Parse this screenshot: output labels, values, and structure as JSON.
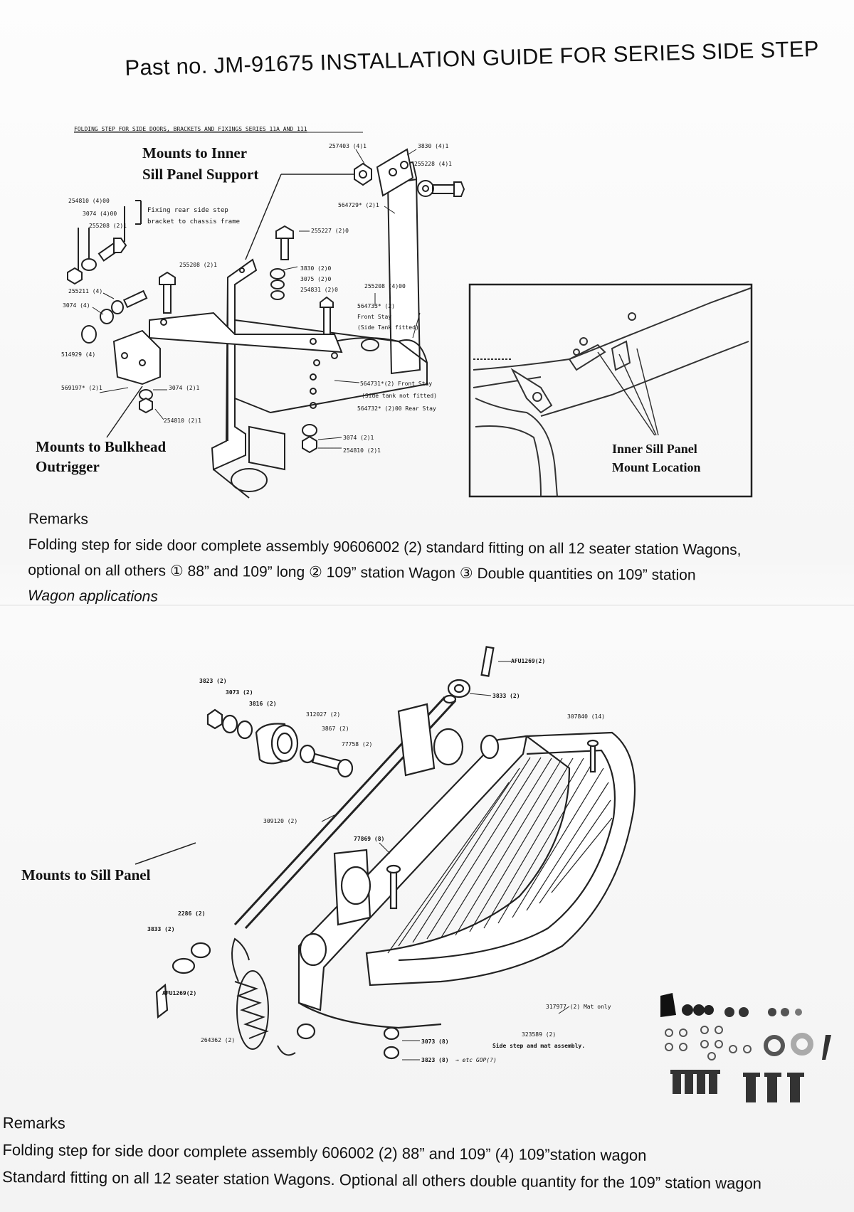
{
  "document": {
    "title": "Past no. JM-91675 INSTALLATION GUIDE FOR SERIES SIDE STEP"
  },
  "diagram1": {
    "caption": "FOLDING STEP FOR SIDE DOORS, BRACKETS AND FIXINGS SERIES 11A AND 111",
    "label_inner_sill_support_line1": "Mounts to Inner",
    "label_inner_sill_support_line2": "Sill Panel Support",
    "label_bulkhead_line1": "Mounts to Bulkhead",
    "label_bulkhead_line2": "Outrigger",
    "fixing_note_line1": "Fixing rear side step",
    "fixing_note_line2": "bracket to chassis frame",
    "parts": {
      "p257403": "257403 (4)1",
      "p3830a": "3830 (4)1",
      "p255228": "255228 (4)1",
      "p564729": "564729* (2)1",
      "p254810": "254810 (4)00",
      "p3074a": "3074 (4)00",
      "p255208a": "255208 (2)1",
      "p255227": "255227 (2)0",
      "p255208b": "255208 (2)1",
      "p3830b": "3830 (2)0",
      "p3075": "3075 (2)0",
      "p254831": "254831 (2)0",
      "p255208c": "255208 (4)00",
      "p564733": "564733* (2)",
      "front_stay": "Front Stay",
      "side_tank_fitted": "(Side Tank fitted)",
      "p255211": "255211 (4)",
      "p3074b": "3074 (4)",
      "p514929": "514929 (4)",
      "p569197": "569197* (2)1",
      "p3074c": "3074 (2)1",
      "p254810b": "254810 (2)1",
      "p564731": "564731*(2) Front Stay",
      "side_tank_not_fitted": "(Side tank not fitted)",
      "p564732": "564732* (2)00 Rear Stay",
      "p3074d": "3074 (2)1",
      "p254810c": "254810 (2)1"
    }
  },
  "inset": {
    "label_line1": "Inner Sill Panel",
    "label_line2": "Mount Location"
  },
  "remarks1": {
    "heading": "Remarks",
    "line1": "Folding step for side door complete assembly 90606002 (2) standard fitting on all 12 seater station Wagons,",
    "line2": "optional on all others ① 88” and 109” long ② 109” station Wagon ③ Double quantities on 109” station",
    "line3": "Wagon applications"
  },
  "diagram2": {
    "label_sill_panel": "Mounts to Sill Panel",
    "parts": {
      "afu1269a": "AFU1269(2)",
      "p3833a": "3833 (2)",
      "p307840": "307840 (14)",
      "p3823a": "3823 (2)",
      "p3073a": "3073 (2)",
      "p3816": "3816 (2)",
      "p312027": "312027 (2)",
      "p3867": "3867 (2)",
      "p77758": "77758 (2)",
      "p309120": "309120 (2)",
      "p77869": "77869 (8)",
      "p2286": "2286 (2)",
      "p3833b": "3833 (2)",
      "afu1269b": "AFU1269(2)",
      "p264362": "264362 (2)",
      "p317977": "317977 (2) Mat only",
      "p323589": "323589 (2)",
      "side_step_mat": "Side step and mat assembly.",
      "p3073b": "3073 (8)",
      "p3823b": "3823 (8)"
    },
    "handwritten_note": "→ etc GOP(?)"
  },
  "remarks2": {
    "heading": "Remarks",
    "line1": "Folding step for side door complete assembly 606002 (2) 88” and 109” (4) 109”station wagon",
    "line2": "Standard fitting on all 12 seater station Wagons. Optional all others double quantity for the 109” station wagon"
  }
}
